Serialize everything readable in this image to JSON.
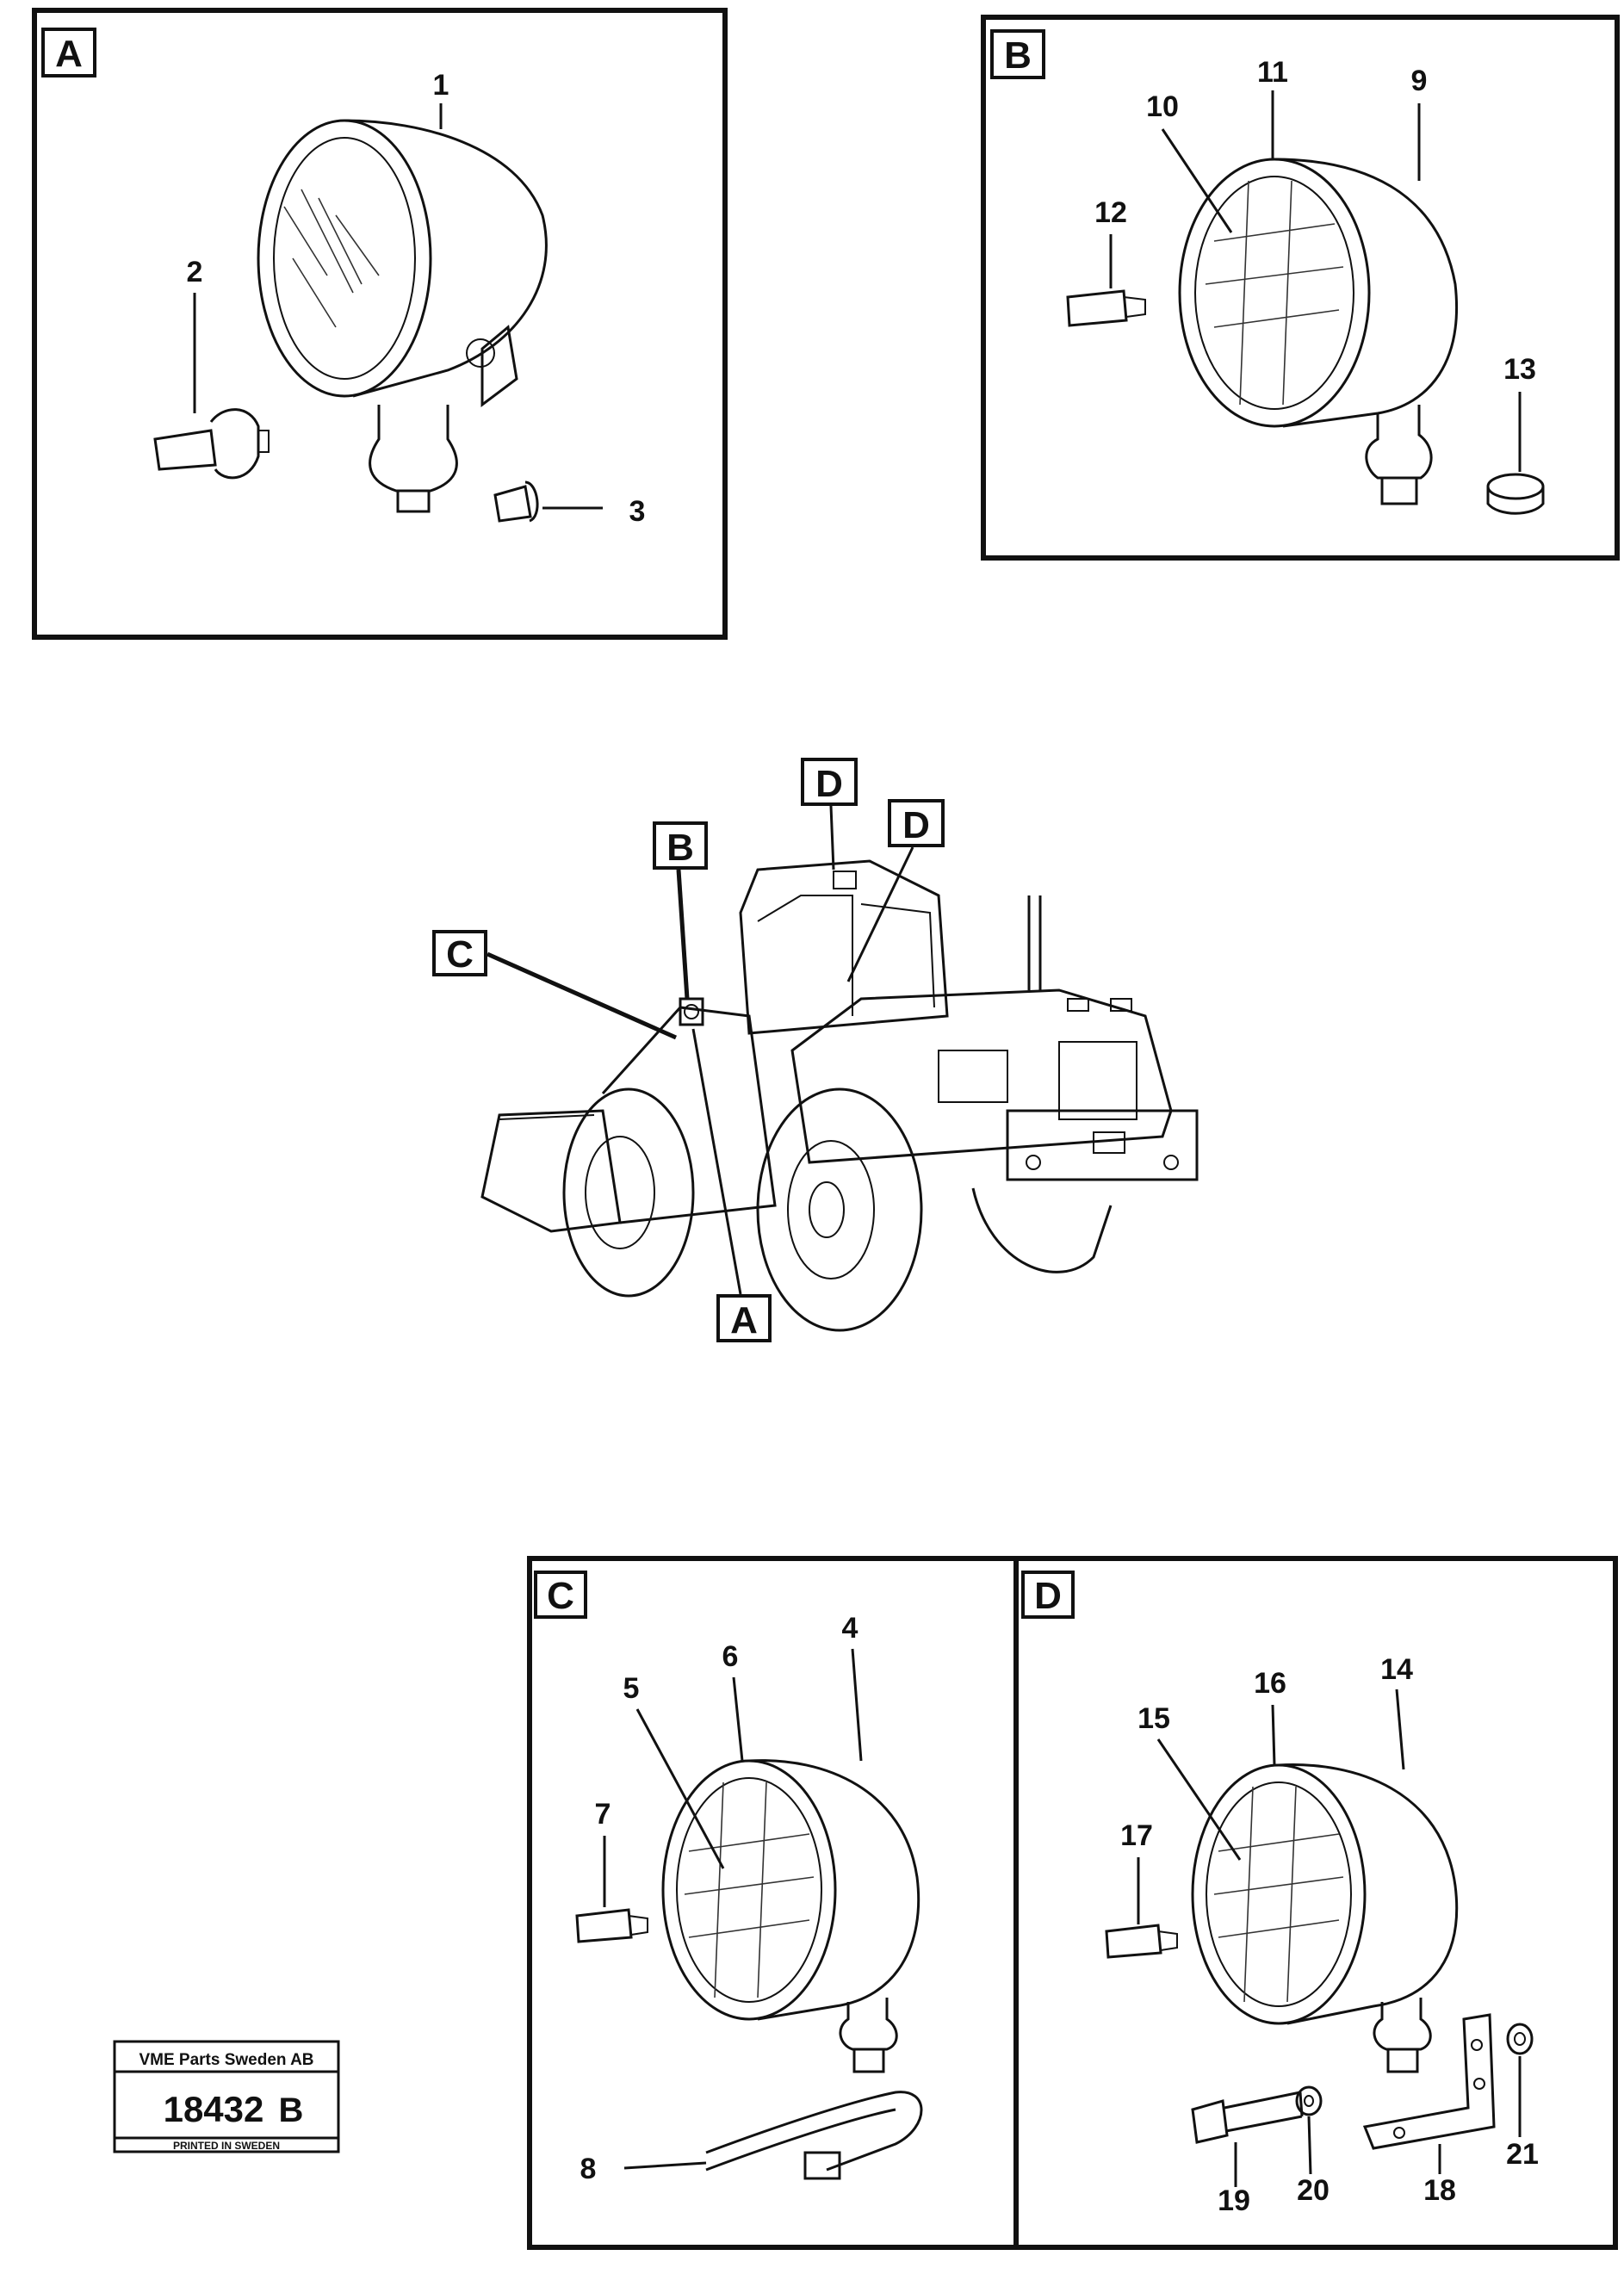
{
  "panels": {
    "A": "A",
    "B": "B",
    "C": "C",
    "D": "D"
  },
  "parts": {
    "p1": "1",
    "p2": "2",
    "p3": "3",
    "p4": "4",
    "p5": "5",
    "p6": "6",
    "p7": "7",
    "p8": "8",
    "p9": "9",
    "p10": "10",
    "p11": "11",
    "p12": "12",
    "p13": "13",
    "p14": "14",
    "p15": "15",
    "p16": "16",
    "p17": "17",
    "p18": "18",
    "p19": "19",
    "p20": "20",
    "p21": "21"
  },
  "machine_callouts": {
    "A": "A",
    "B": "B",
    "C": "C",
    "D1": "D",
    "D2": "D"
  },
  "stamp": {
    "company": "VME Parts Sweden AB",
    "number": "18432",
    "suffix": "B",
    "footer": "PRINTED IN SWEDEN"
  }
}
